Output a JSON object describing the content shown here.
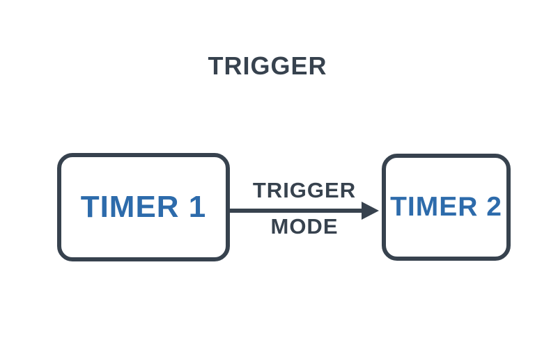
{
  "diagram": {
    "title": "TRIGGER",
    "nodes": [
      {
        "id": "timer1",
        "label": "TIMER 1"
      },
      {
        "id": "timer2",
        "label": "TIMER 2"
      }
    ],
    "edge": {
      "from": "timer1",
      "to": "timer2",
      "direction": "right",
      "label_line1": "TRIGGER",
      "label_line2": "MODE"
    },
    "colors": {
      "outline": "#37424e",
      "node_label": "#2d6bab",
      "background": "#ffffff"
    }
  }
}
